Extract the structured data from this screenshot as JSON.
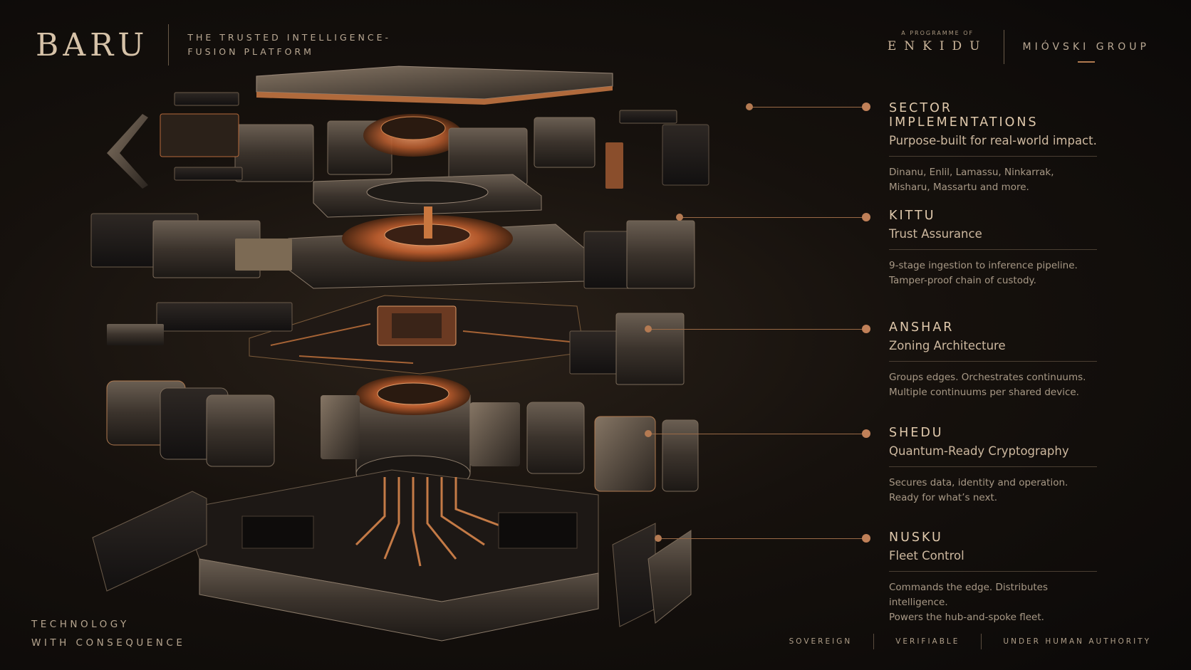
{
  "header": {
    "brand": "BARU",
    "tagline_line1": "THE TRUSTED INTELLIGENCE-",
    "tagline_line2": "FUSION PLATFORM",
    "programme_label": "A PROGRAMME OF",
    "programme_name": "ENKIDU",
    "group_name": "MIÓVSKI GROUP"
  },
  "callouts": [
    {
      "title": "SECTOR IMPLEMENTATIONS",
      "subtitle": "Purpose-built for real-world impact.",
      "desc_line1": "Dinanu, Enlil, Lamassu, Ninkarrak,",
      "desc_line2": "Misharu, Massartu and more."
    },
    {
      "title": "KITTU",
      "subtitle": "Trust Assurance",
      "desc_line1": "9-stage ingestion to inference pipeline.",
      "desc_line2": "Tamper-proof chain of custody."
    },
    {
      "title": "ANSHAR",
      "subtitle": "Zoning Architecture",
      "desc_line1": "Groups edges. Orchestrates continuums.",
      "desc_line2": "Multiple continuums per shared device."
    },
    {
      "title": "SHEDU",
      "subtitle": "Quantum-Ready Cryptography",
      "desc_line1": "Secures data, identity and operation.",
      "desc_line2": "Ready for what’s next."
    },
    {
      "title": "NUSKU",
      "subtitle": "Fleet Control",
      "desc_line1": "Commands the edge. Distributes intelligence.",
      "desc_line2": "Powers the hub-and-spoke fleet."
    }
  ],
  "footer": {
    "left_line1": "TECHNOLOGY",
    "left_line2": "WITH CONSEQUENCE",
    "pillars": [
      "SOVEREIGN",
      "VERIFIABLE",
      "UNDER HUMAN AUTHORITY"
    ]
  },
  "colors": {
    "accent": "#c08058",
    "copper": "#b86a3a",
    "background": "#16110d",
    "text": "#d8c7b0"
  }
}
